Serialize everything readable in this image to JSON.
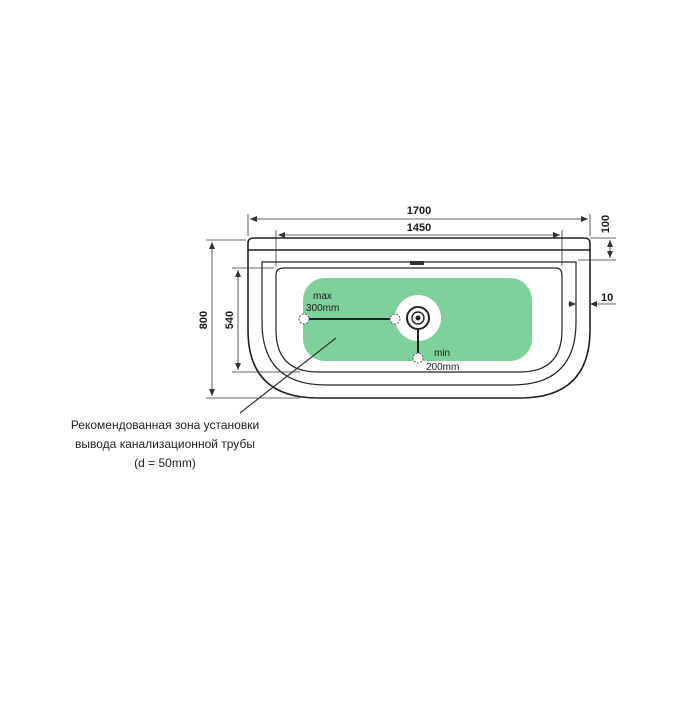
{
  "dimensions": {
    "overall_length": "1700",
    "inner_length": "1450",
    "rim_height": "100",
    "overall_width": "800",
    "inner_width": "540",
    "wall_offset": "10"
  },
  "drain_zone": {
    "max_label": "max",
    "max_value": "300mm",
    "min_label": "min",
    "min_value": "200mm",
    "zone_color": "#7fd19b"
  },
  "callout": {
    "line1": "Рекомендованная зона установки",
    "line2": "вывода канализационной трубы",
    "line3": "(d = 50mm)"
  }
}
